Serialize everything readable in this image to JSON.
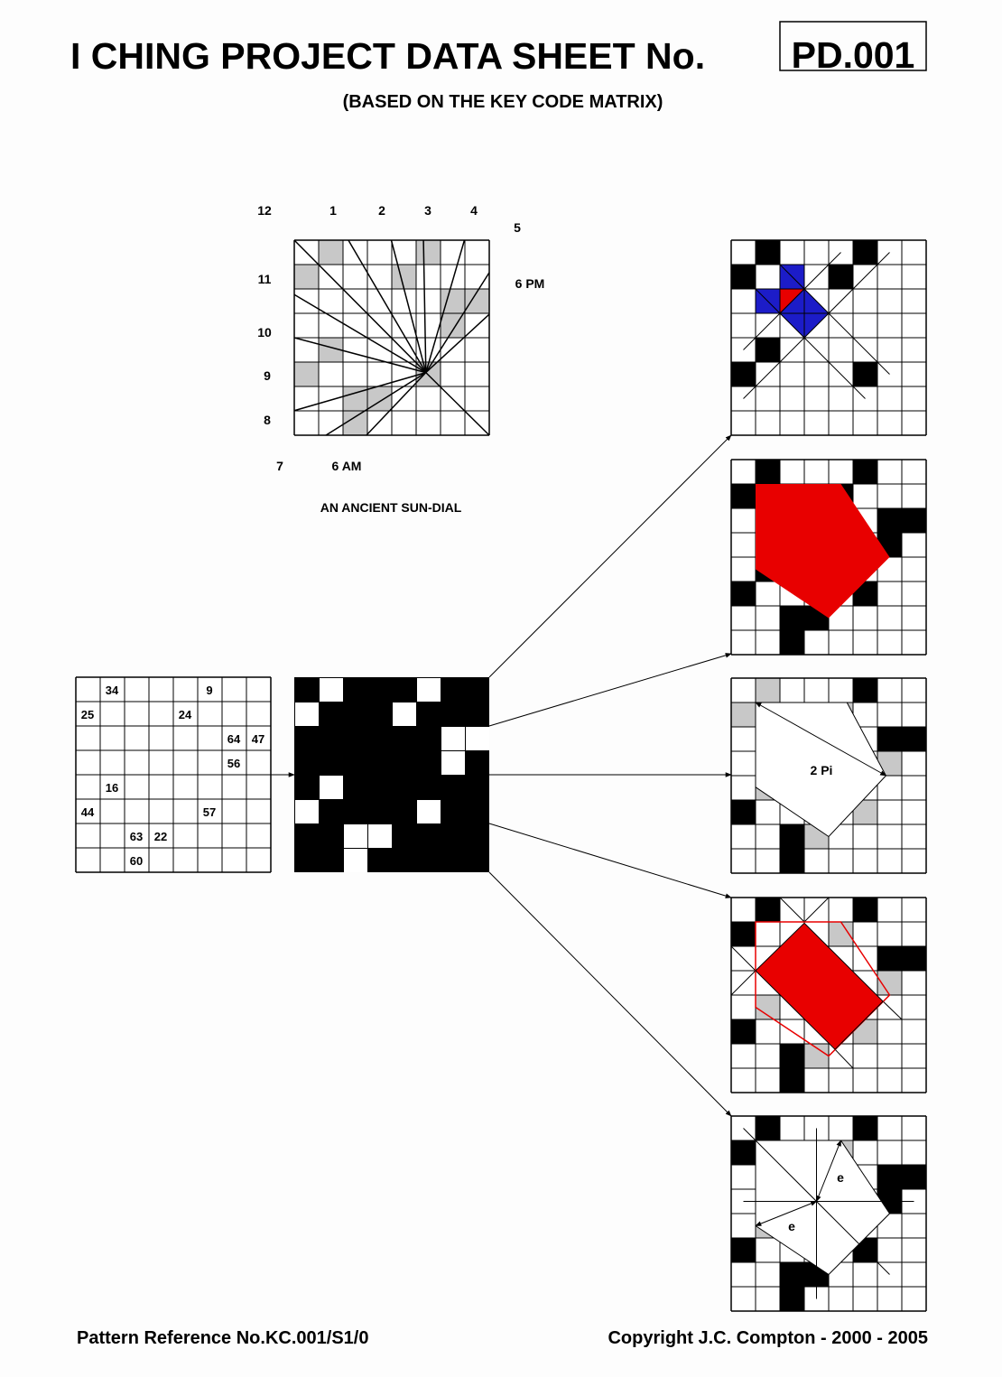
{
  "header": {
    "title": "I CHING PROJECT DATA SHEET No.",
    "sheet_number": "PD.001",
    "subtitle": "(BASED ON THE KEY CODE MATRIX)"
  },
  "sundial": {
    "caption": "AN ANCIENT SUN-DIAL",
    "hour_labels": [
      "12",
      "1",
      "2",
      "3",
      "4",
      "5",
      "11",
      "6 PM",
      "10",
      "9",
      "8",
      "7",
      "6 AM"
    ]
  },
  "key_pattern": {
    "cells": [
      [
        0,
        1
      ],
      [
        0,
        5
      ],
      [
        1,
        0
      ],
      [
        1,
        4
      ],
      [
        2,
        6
      ],
      [
        2,
        7
      ],
      [
        3,
        6
      ],
      [
        4,
        1
      ],
      [
        5,
        0
      ],
      [
        5,
        5
      ],
      [
        6,
        2
      ],
      [
        6,
        3
      ],
      [
        7,
        2
      ]
    ],
    "numbers": [
      "34",
      "9",
      "25",
      "24",
      "64",
      "47",
      "56",
      "16",
      "44",
      "57",
      "63",
      "22",
      "60"
    ]
  },
  "panels": {
    "pi_label": "2 Pi",
    "e_label_1": "e",
    "e_label_2": "e"
  },
  "colors": {
    "red": "#e80000",
    "blue": "#1c1cc8",
    "grey": "#c8c8c8",
    "black": "#000000"
  },
  "footer": {
    "pattern_reference": "Pattern Reference No.KC.001/S1/0",
    "copyright": "Copyright J.C. Compton - 2000 - 2005"
  }
}
